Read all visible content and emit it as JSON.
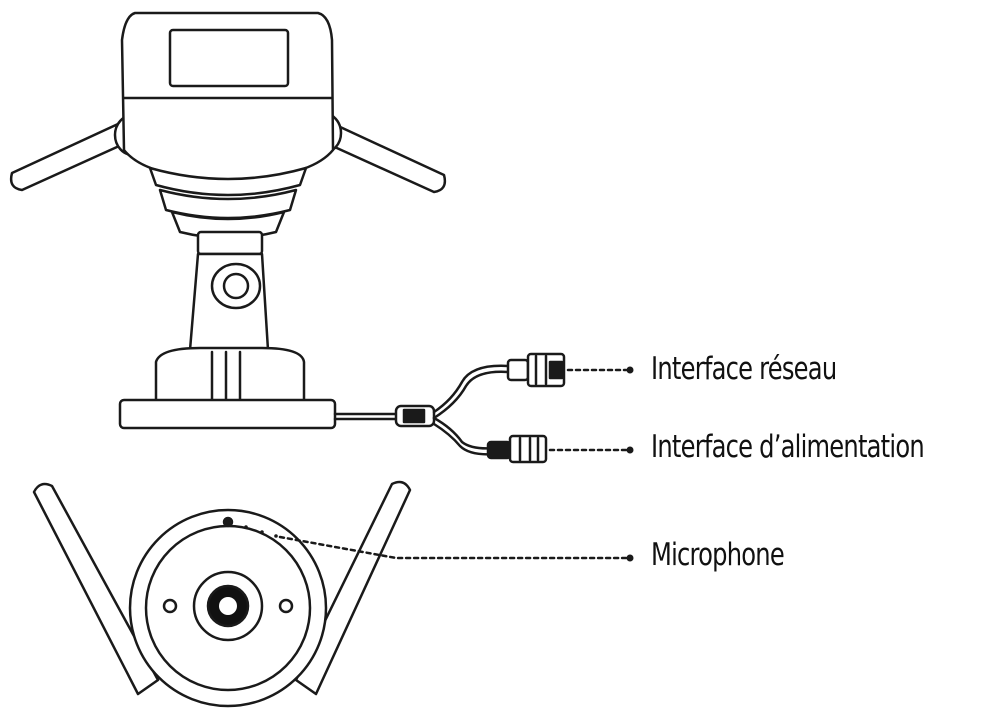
{
  "labels": {
    "network": "Interface réseau",
    "power": "Interface d’alimentation",
    "microphone": "Microphone"
  },
  "colors": {
    "stroke": "#1a1a1a",
    "fill": "#ffffff",
    "dark": "#111111"
  }
}
